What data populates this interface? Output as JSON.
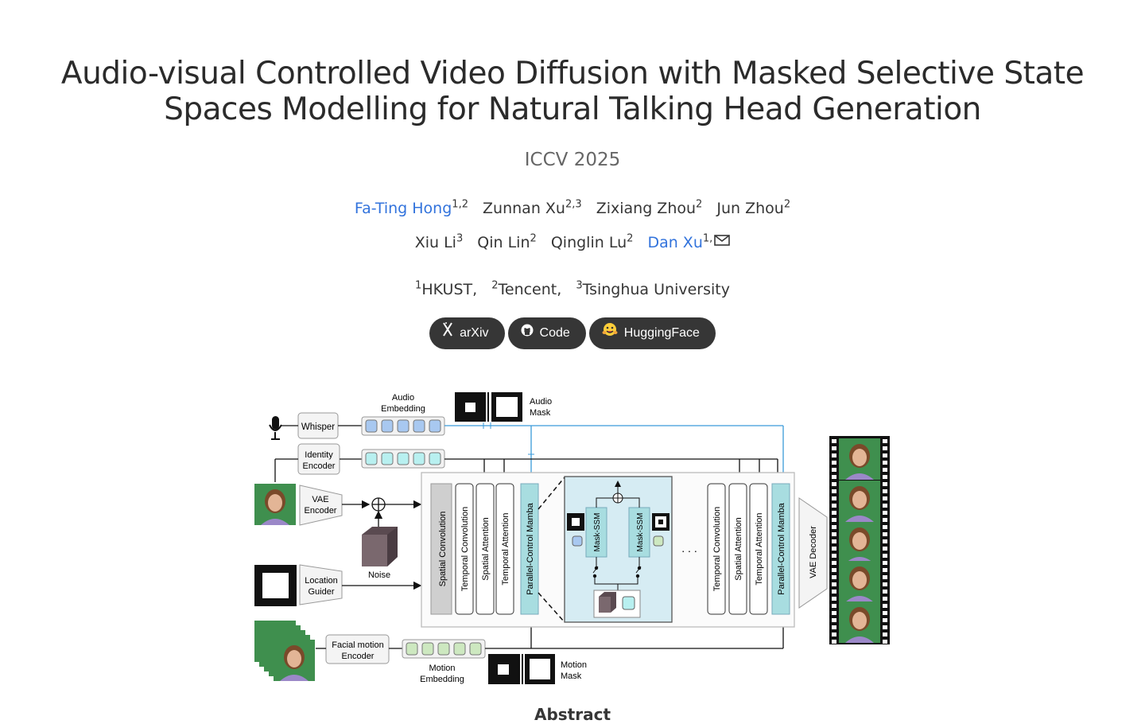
{
  "paper": {
    "title_line1": "Audio-visual Controlled Video Diffusion with Masked Selective State",
    "title_line2": "Spaces Modelling for Natural Talking Head Generation",
    "venue": "ICCV 2025"
  },
  "authors": [
    {
      "name": "Fa-Ting Hong",
      "sup": "1,2",
      "linked": true
    },
    {
      "name": "Zunnan Xu",
      "sup": "2,3",
      "linked": false
    },
    {
      "name": "Zixiang Zhou",
      "sup": "2",
      "linked": false
    },
    {
      "name": "Jun Zhou",
      "sup": "2",
      "linked": false
    },
    {
      "name": "Xiu Li",
      "sup": "3",
      "linked": false
    },
    {
      "name": "Qin Lin",
      "sup": "2",
      "linked": false
    },
    {
      "name": "Qinglin Lu",
      "sup": "2",
      "linked": false
    },
    {
      "name": "Dan Xu",
      "sup": "1,",
      "linked": true
    }
  ],
  "affiliations": [
    {
      "sup": "1",
      "name": "HKUST,"
    },
    {
      "sup": "2",
      "name": "Tencent,"
    },
    {
      "sup": "3",
      "name": "Tsinghua University"
    }
  ],
  "buttons": [
    {
      "label": "arXiv",
      "icon": "arxiv-icon"
    },
    {
      "label": "Code",
      "icon": "github-icon"
    },
    {
      "label": "HuggingFace",
      "icon": "huggingface-icon"
    }
  ],
  "figure": {
    "audio_embedding": "Audio\nEmbedding",
    "audio_mask": "Audio\nMask",
    "whisper": "Whisper",
    "identity_encoder": "Identity\nEncoder",
    "vae_encoder": "VAE\nEncoder",
    "noise": "Noise",
    "location_guider": "Location\nGuider",
    "facial_motion_encoder": "Facial motion\nEncoder",
    "motion_embedding": "Motion\nEmbedding",
    "motion_mask": "Motion\nMask",
    "spatial_convolution": "Spatial Convolution",
    "temporal_convolution": "Temporal Convolution",
    "spatial_attention": "Spatial Attention",
    "temporal_attention": "Temporal Attention",
    "parallel_control_mamba": "Parallel-Control Mamba",
    "mask_ssm": "Mask-SSM",
    "ellipsis": ". . .",
    "vae_decoder": "VAE Decoder",
    "colors": {
      "audio": "#a8c8f0",
      "identity": "#b8f0f0",
      "motion": "#cde8c0",
      "mamba": "#a8dde0",
      "ssm_panel": "#d6ecf3",
      "arrow_blue": "#3a9ad9",
      "portrait_bg": "#3f8f4e"
    }
  },
  "abstract_heading": "Abstract",
  "colors": {
    "link": "#3273dc",
    "button_bg": "#363636",
    "title": "#2b2b2b"
  }
}
